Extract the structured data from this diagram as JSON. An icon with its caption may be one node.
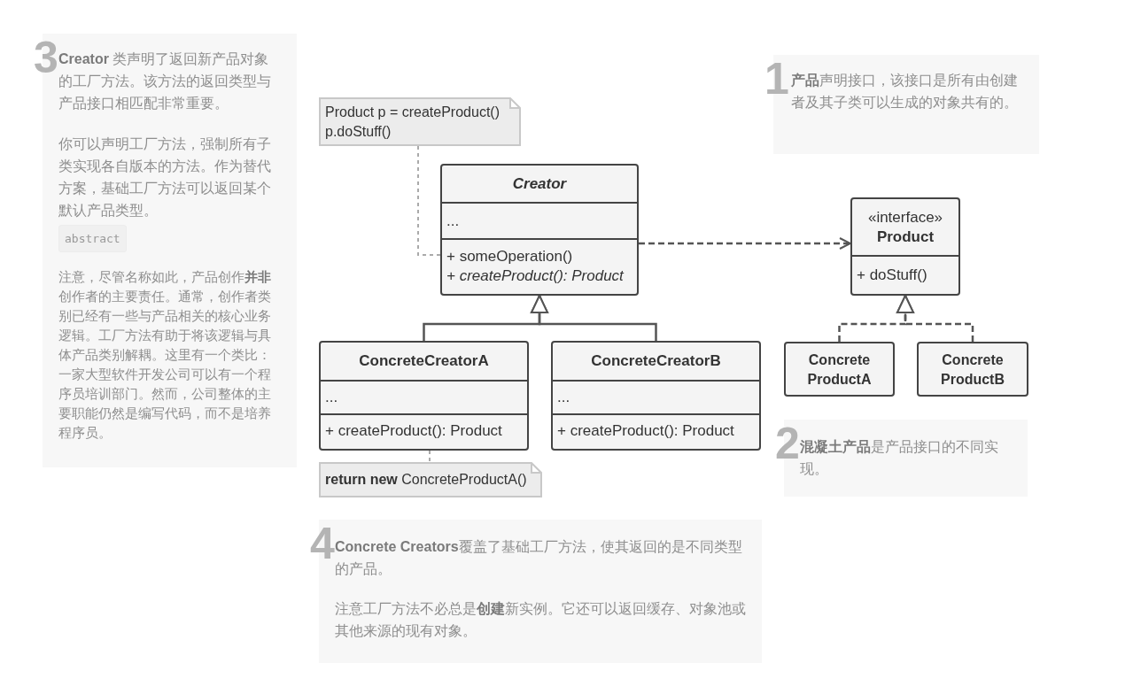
{
  "diagram": {
    "nodes": [
      {
        "text": [
          "3",
          "**Creator** 类声明了返回新产品对象的工厂方法。该方法的返回类型与产品接口相匹配非常重要。",
          "你可以声明工厂方法，强制所有子类实现各自版本的方法。作为替代方案，基础工厂方法可以返回某个默认产品类型。",
          "abstract",
          "注意，尽管名称如此，产品创作**并非**创作者的主要责任。通常，创作者类别已经有一些与产品相关的核心业务逻辑。工厂方法有助于将该逻辑与具体产品类别解耦。这里有一个类比：一家大型软件开发公司可以有一个程序员培训部门。然而，公司整体的主要职能仍然是编写代码，而不是培养程序员。"
        ]
      },
      {
        "text": [
          "1",
          "**产品**声明接口，该接口是所有由创建者及其子类可以生成的对象共有的。"
        ]
      },
      {
        "text": [
          "2",
          "**混凝土产品**是产品接口的不同实现。"
        ]
      },
      {
        "text": [
          "4",
          "**Concrete Creators**覆盖了基础工厂方法，使其返回的是不同类型的产品。",
          "注意工厂方法不必总是**创建**新实例。它还可以返回缓存、对象池或其他来源的现有对象。"
        ]
      },
      {
        "text": [
          "Product p = createProduct()",
          "p.doStuff()"
        ]
      },
      {
        "text": [
          "Creator",
          "...",
          "+ someOperation()",
          "+ createProduct(): Product"
        ]
      },
      {
        "text": [
          "«interface»",
          "Product",
          "+ doStuff()"
        ]
      },
      {
        "text": [
          "ConcreteCreatorA",
          "...",
          "+ createProduct(): Product"
        ]
      },
      {
        "text": [
          "ConcreteCreatorB",
          "...",
          "+ createProduct(): Product"
        ]
      },
      {
        "text": [
          "Concrete ProductA"
        ]
      },
      {
        "text": [
          "Concrete ProductB"
        ]
      },
      {
        "text": [
          "**return new** ConcreteProductA()"
        ]
      }
    ],
    "edges": [
      {
        "from": 4,
        "to": 5,
        "arrow": "none",
        "style": "dashed",
        "color": "#aaaaaa"
      },
      {
        "from": 5,
        "to": 6,
        "arrow": "to",
        "style": "dashed"
      },
      {
        "from": 7,
        "to": 5,
        "arrow": "to"
      },
      {
        "from": 8,
        "to": 5,
        "arrow": "to"
      },
      {
        "from": 9,
        "to": 6,
        "arrow": "to",
        "style": "dashed"
      },
      {
        "from": 10,
        "to": 6,
        "arrow": "to",
        "style": "dashed"
      },
      {
        "from": 7,
        "to": 11,
        "arrow": "none",
        "style": "dashed",
        "color": "#aaaaaa"
      }
    ]
  }
}
